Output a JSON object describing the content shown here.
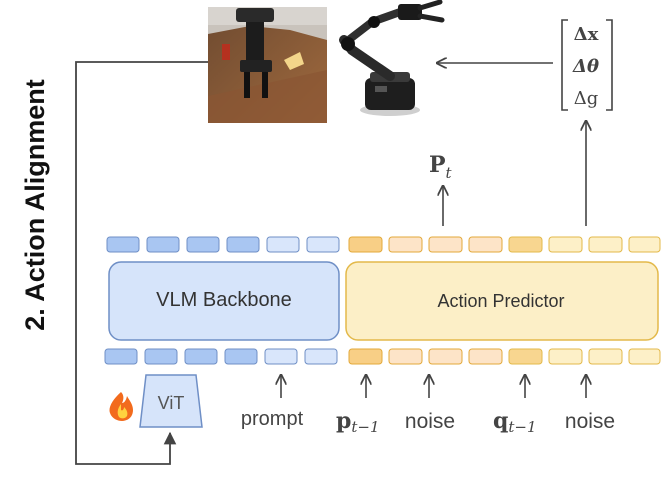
{
  "section_title": "2. Action Alignment",
  "vlm_label": "VLM Backbone",
  "predictor_label": "Action Predictor",
  "vit_label": "ViT",
  "inputs": {
    "prompt": "prompt",
    "p_main": "p",
    "p_sub": "t−1",
    "noise1": "noise",
    "q_main": "q",
    "q_sub": "t−1",
    "noise2": "noise"
  },
  "output_pt": {
    "main": "P",
    "sub": "t"
  },
  "delta_vector": [
    "Δx",
    "Δθ",
    "Δg"
  ],
  "icons": {
    "fire": "fire-icon",
    "camera": "robot-camera-photo",
    "robot": "robot-arm-render"
  },
  "colors": {
    "vlm_fill": "#d6e4fa",
    "vlm_stroke": "#6f8fc6",
    "token_blue_dark": "#a9c6f2",
    "token_blue_light": "#d9e6fb",
    "predictor_fill": "#fcefc7",
    "predictor_stroke": "#e3b94a",
    "token_orange": "#f8cf86",
    "token_peach": "#fde4c8",
    "token_yellow": "#fdf0c8",
    "arrow": "#444444"
  }
}
